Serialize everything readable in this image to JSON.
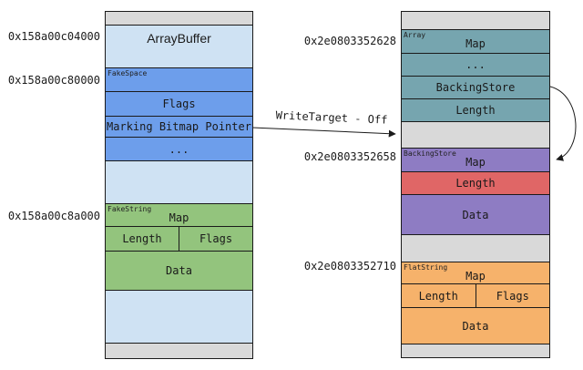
{
  "colors": {
    "light_blue": "#cfe2f3",
    "blue": "#6d9eeb",
    "green": "#93c47d",
    "teal": "#76a5af",
    "purple": "#8e7cc3",
    "red": "#e06666",
    "orange": "#f6b26b",
    "gray": "#d9d9d9",
    "line": "#1a1a1a"
  },
  "left": {
    "addresses": [
      "0x158a00c04000",
      "0x158a00c80000",
      "0x158a00c8a000"
    ],
    "array_buffer": "ArrayBuffer",
    "fake_space": {
      "tag": "FakeSpace",
      "flags": "Flags",
      "marking_bitmap_pointer": "Marking Bitmap Pointer",
      "ellipsis": "..."
    },
    "fake_string": {
      "tag": "FakeString",
      "map": "Map",
      "length": "Length",
      "flags": "Flags",
      "data": "Data"
    }
  },
  "right": {
    "addresses": [
      "0x2e0803352628",
      "0x2e0803352658",
      "0x2e0803352710"
    ],
    "array": {
      "tag": "Array",
      "map": "Map",
      "ellipsis": "...",
      "backing_store": "BackingStore",
      "length": "Length"
    },
    "backing_store": {
      "tag": "BackingStore",
      "map": "Map",
      "length": "Length",
      "data": "Data"
    },
    "flat_string": {
      "tag": "FlatString",
      "map": "Map",
      "length": "Length",
      "flags": "Flags",
      "data": "Data"
    }
  },
  "annotations": {
    "write_target": "WriteTarget - Off"
  }
}
